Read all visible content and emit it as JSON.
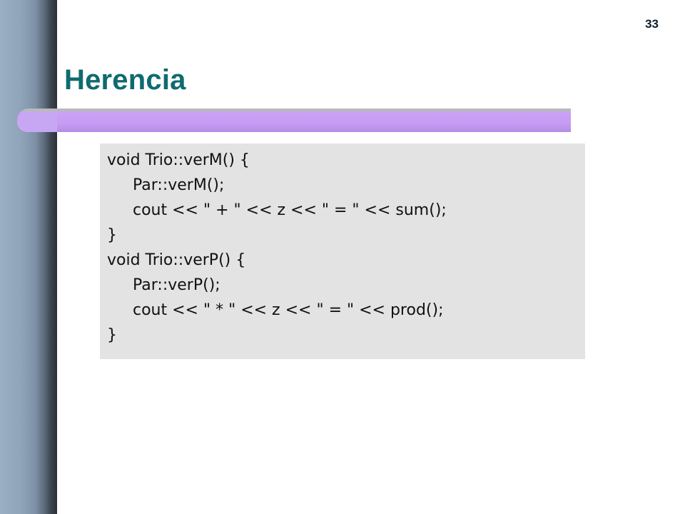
{
  "slide": {
    "number": "33",
    "title": "Herencia"
  },
  "code": {
    "lines": [
      {
        "text": "void Trio::verM() {",
        "indent": false
      },
      {
        "text": "Par::verM();",
        "indent": true
      },
      {
        "text": "cout << \" + \" << z << \" = \" << sum();",
        "indent": true
      },
      {
        "text": "}",
        "indent": false
      },
      {
        "text": "void Trio::verP() {",
        "indent": false
      },
      {
        "text": "Par::verP();",
        "indent": true
      },
      {
        "text": "cout << \" * \" << z << \" = \" << prod();",
        "indent": true
      },
      {
        "text": "}",
        "indent": false
      }
    ]
  },
  "colors": {
    "title": "#0f6b70",
    "code_background": "#e3e3e3",
    "accent_bar": "#c89cf4"
  }
}
